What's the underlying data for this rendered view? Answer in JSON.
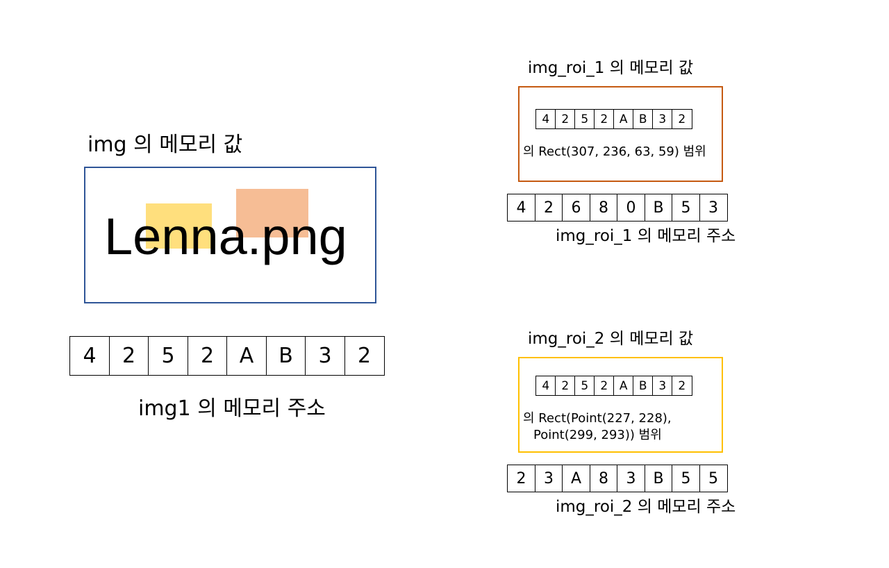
{
  "image_panel": {
    "title": "img 의 메모리 값",
    "image_label": "Lenna.png",
    "border_color": "#2f5597",
    "roi_1_color": "#f4b183",
    "roi_2_color": "#ffd966"
  },
  "img1_memory": {
    "cells": [
      "4",
      "2",
      "5",
      "2",
      "A",
      "B",
      "3",
      "2"
    ],
    "caption": "img1 의 메모리 주소"
  },
  "roi_1": {
    "title": "img_roi_1 의 메모리 값",
    "border_color": "#c55a11",
    "inner_cells": [
      "4",
      "2",
      "5",
      "2",
      "A",
      "B",
      "3",
      "2"
    ],
    "range_text": "의 Rect(307, 236, 63, 59) 범위",
    "address_cells": [
      "4",
      "2",
      "6",
      "8",
      "0",
      "B",
      "5",
      "3"
    ],
    "address_caption": "img_roi_1 의 메모리 주소"
  },
  "roi_2": {
    "title": "img_roi_2 의 메모리 값",
    "border_color": "#ffc000",
    "inner_cells": [
      "4",
      "2",
      "5",
      "2",
      "A",
      "B",
      "3",
      "2"
    ],
    "range_text_line1": "의 Rect(Point(227, 228),",
    "range_text_line2": "Point(299, 293)) 범위",
    "address_cells": [
      "2",
      "3",
      "A",
      "8",
      "3",
      "B",
      "5",
      "5"
    ],
    "address_caption": "img_roi_2 의 메모리 주소"
  }
}
